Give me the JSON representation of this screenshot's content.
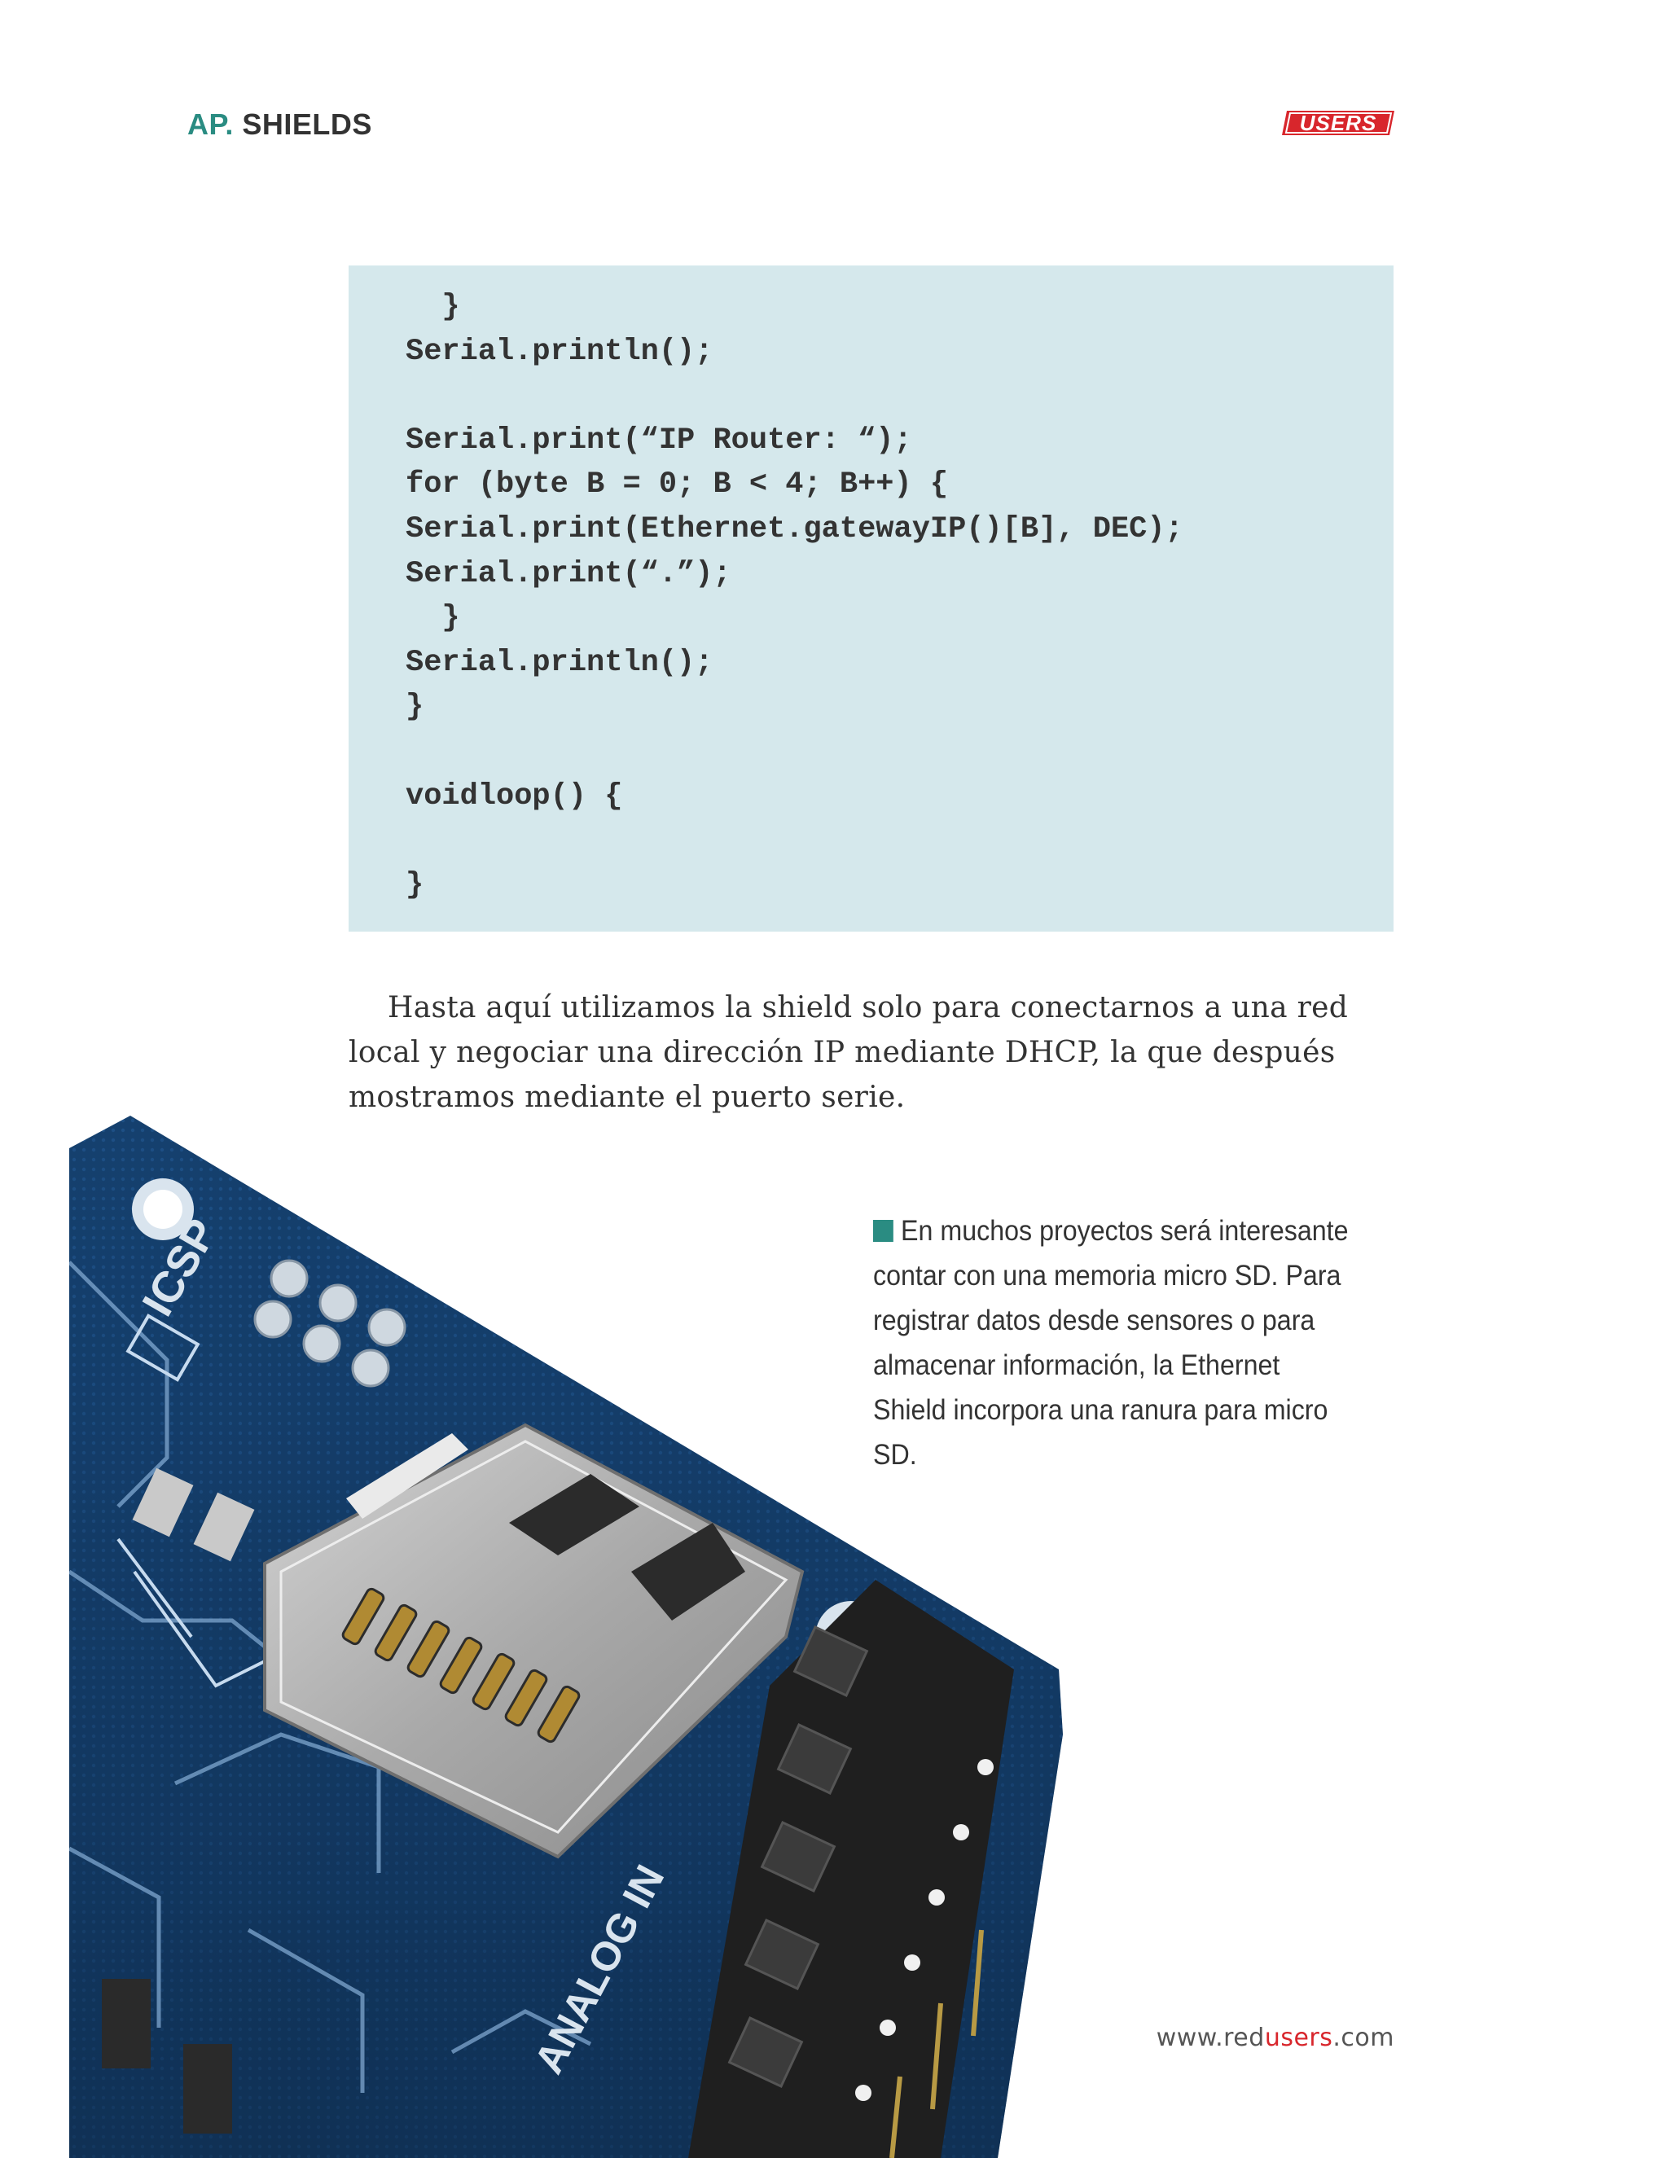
{
  "header": {
    "section_prefix": "AP.",
    "section_title": "SHIELDS",
    "logo_text": "USERS",
    "logo_color": "#d8262c"
  },
  "code": {
    "lines": [
      "  }",
      "Serial.println();",
      "",
      "Serial.print(“IP Router: “);",
      "for (byte B = 0; B < 4; B++) {",
      "Serial.print(Ethernet.gatewayIP()[B], DEC);",
      "Serial.print(“.”);",
      "  }",
      "Serial.println();",
      "}",
      "",
      "voidloop() {",
      "",
      "}"
    ]
  },
  "body_text": "Hasta aquí utilizamos la shield solo para conectarnos a una red local y negociar una dirección IP mediante DHCP, la que después mostramos mediante el puerto serie.",
  "photo": {
    "board_silkscreen": [
      "ICSP",
      "ANALOG IN"
    ]
  },
  "caption": "En muchos proyectos será interesante contar con una memoria micro SD. Para registrar datos desde sensores o para almacenar información, la Ethernet Shield incorpora una ranura para micro SD.",
  "footer": {
    "url_prefix": "www.red",
    "url_accent": "users",
    "url_suffix": ".com"
  },
  "colors": {
    "accent_teal": "#2a8c82",
    "brand_red": "#d8262c",
    "code_background": "#d5e8ec"
  }
}
